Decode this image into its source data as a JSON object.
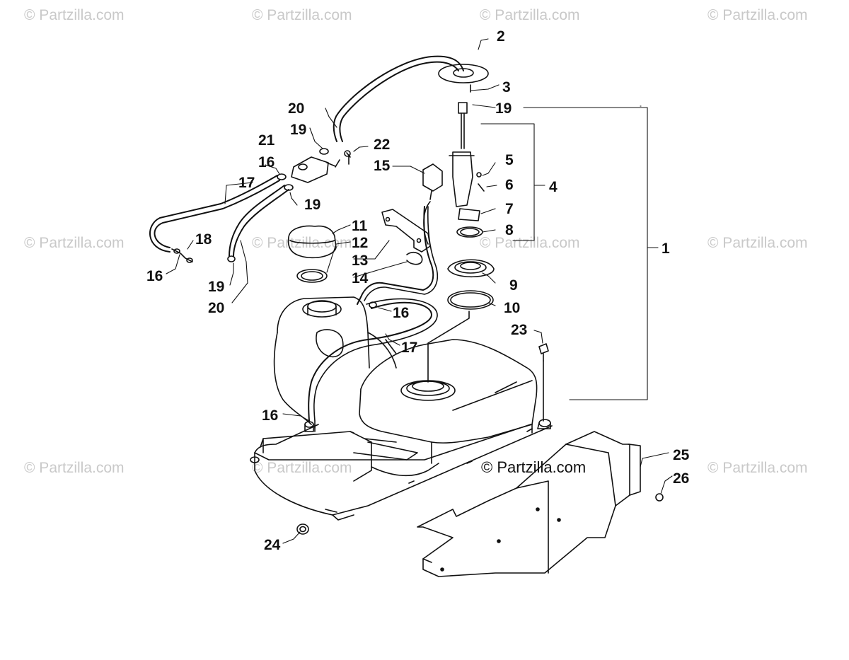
{
  "watermark": {
    "text": "© Partzilla.com",
    "center_text": "© Partzilla.com"
  },
  "callouts": [
    "1",
    "2",
    "3",
    "4",
    "5",
    "6",
    "7",
    "8",
    "9",
    "10",
    "11",
    "12",
    "13",
    "14",
    "15",
    "16",
    "17",
    "18",
    "19",
    "20",
    "21",
    "22",
    "23",
    "24",
    "25",
    "26"
  ],
  "labels": {
    "c1": "1",
    "c2": "2",
    "c3": "3",
    "c4": "4",
    "c5": "5",
    "c6": "6",
    "c7": "7",
    "c8": "8",
    "c9": "9",
    "c10": "10",
    "c11": "11",
    "c12": "12",
    "c13": "13",
    "c14": "14",
    "c15": "15",
    "c16": "16",
    "c17": "17",
    "c18": "18",
    "c19": "19",
    "c20": "20",
    "c21": "21",
    "c22": "22",
    "c23": "23",
    "c24": "24",
    "c25": "25",
    "c26": "26"
  }
}
